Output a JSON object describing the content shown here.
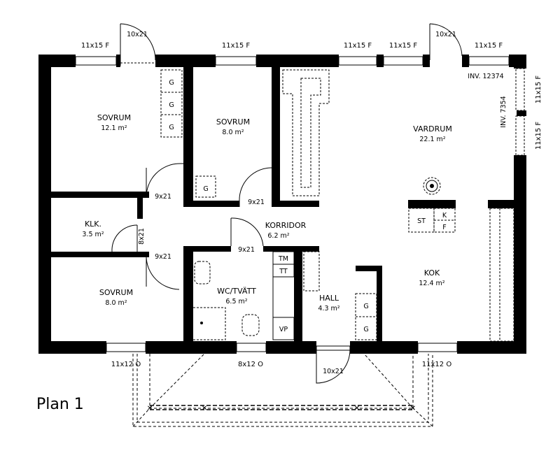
{
  "plan_title": "Plan 1",
  "rooms": {
    "sovrum1": {
      "name": "SOVRUM",
      "area": "12.1 m²"
    },
    "sovrum2": {
      "name": "SOVRUM",
      "area": "8.0 m²"
    },
    "vardagsrum": {
      "name": "VARDRUM",
      "area": "22.1 m²"
    },
    "klk": {
      "name": "KLK.",
      "area": "3.5 m²"
    },
    "korridor": {
      "name": "KORRIDOR",
      "area": "6.2 m²"
    },
    "sovrum3": {
      "name": "SOVRUM",
      "area": "8.0 m²"
    },
    "wc": {
      "name": "WC/TVÄTT",
      "area": "6.5 m²"
    },
    "hall": {
      "name": "HALL",
      "area": "4.3 m²"
    },
    "kok": {
      "name": "KOK",
      "area": "12.4 m²"
    }
  },
  "windows": {
    "top1": "11x15 F",
    "top2": "11x15 F",
    "top3": "11x15 F",
    "top4": "11x15 F",
    "top5": "11x15 F",
    "right1": "11x15 F",
    "right2": "11x15 F",
    "bottom_left": "11x12 O",
    "bottom_mid": "8x12 O",
    "bottom_right": "11x12 O"
  },
  "doors": {
    "top_left": "10x21",
    "top_right": "10x21",
    "sovrum1_door": "9x21",
    "sovrum2_door": "9x21",
    "klk_door": "8x21",
    "sovrum3_door": "9x21",
    "wc_door": "9x21",
    "entrance": "10x21"
  },
  "inventory": {
    "inv1": "INV. 12374",
    "inv2": "INV. 7354"
  },
  "fixtures": {
    "wardrobe": "G",
    "tm": "TM",
    "tt": "TT",
    "vp": "VP",
    "st": "ST",
    "k": "K",
    "f": "F"
  }
}
